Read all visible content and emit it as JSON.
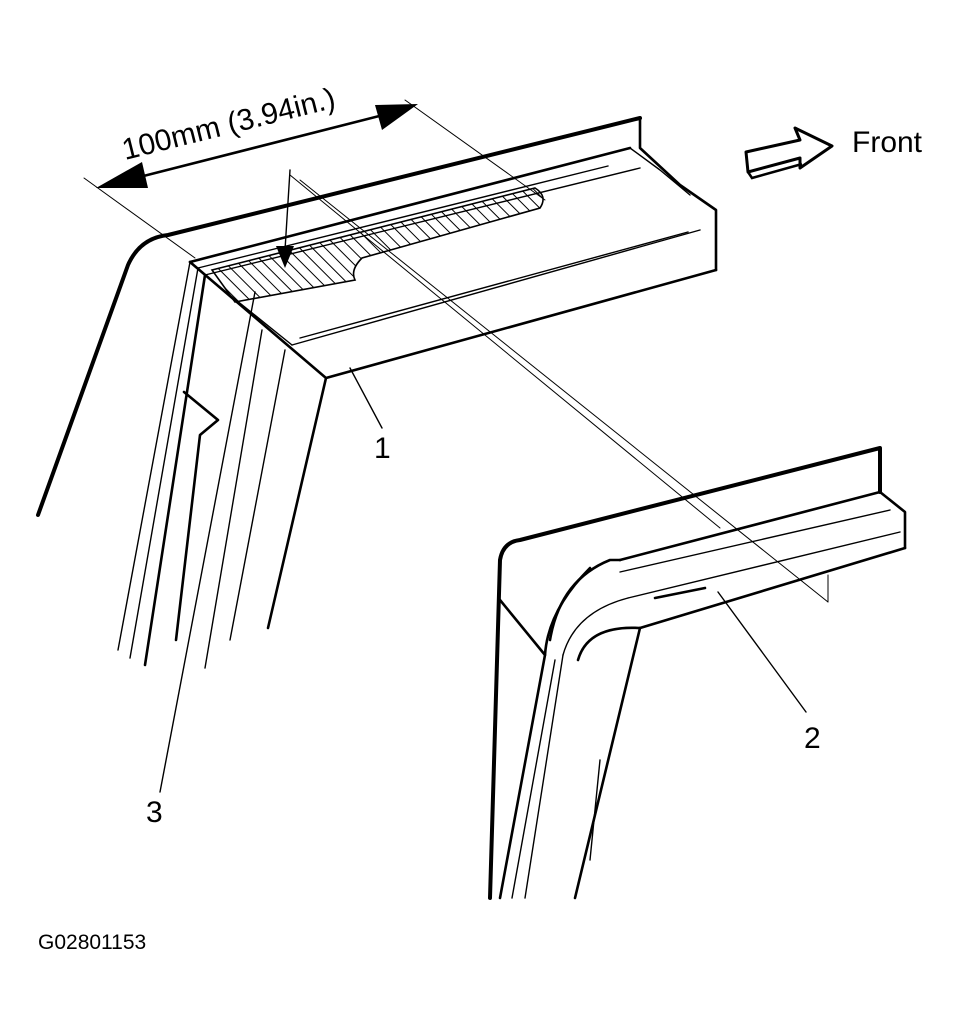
{
  "figure": {
    "dimension_label": "100mm (3.94in.)",
    "direction_label": "Front",
    "callouts": [
      "1",
      "2",
      "3"
    ],
    "figure_code": "G02801153"
  },
  "icons": {
    "front_arrow": "hollow-right-arrow-icon",
    "dimension_arrows": "double-headed-dimension-arrow"
  }
}
